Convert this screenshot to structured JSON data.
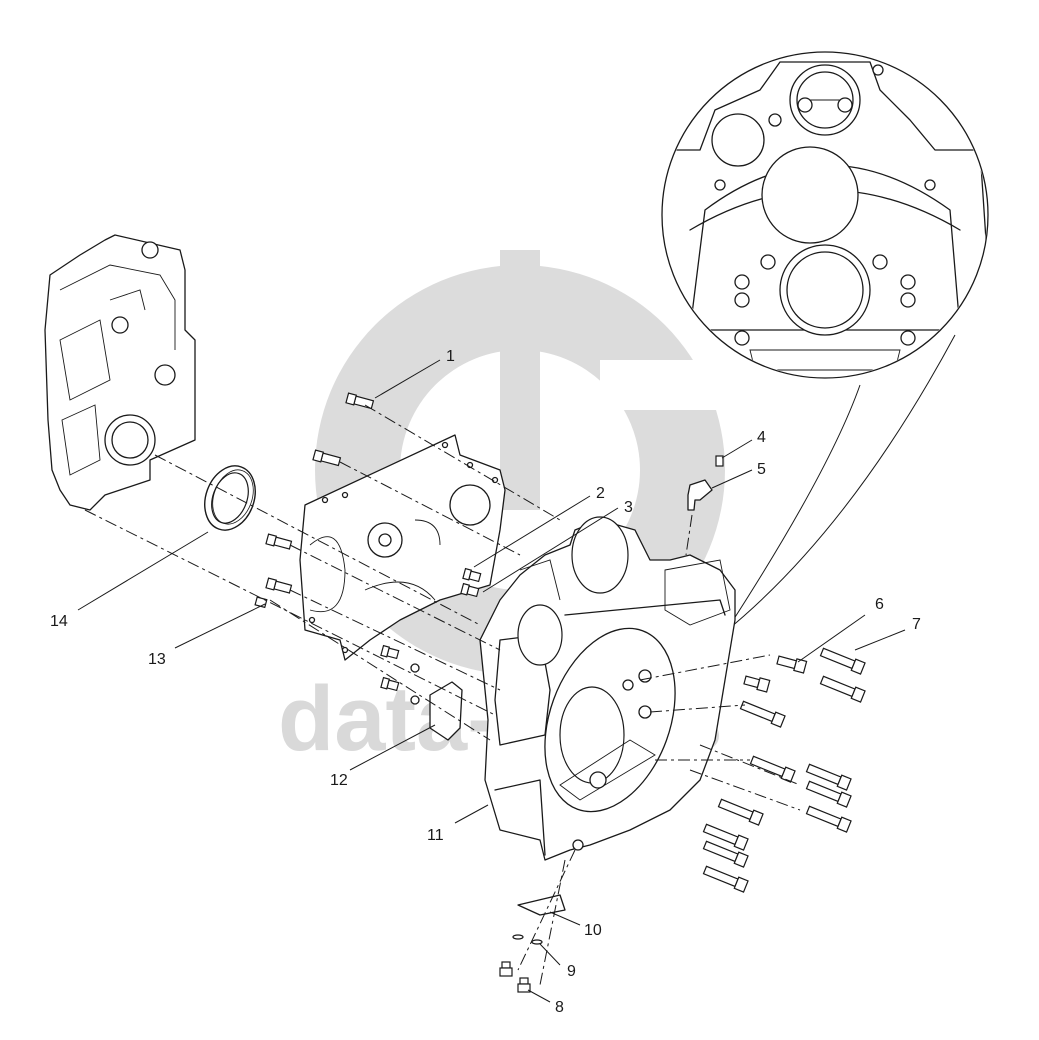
{
  "watermark": {
    "text": "data-parts",
    "color": "#d6d6d6"
  },
  "callouts": [
    {
      "id": "1",
      "label": "1"
    },
    {
      "id": "2",
      "label": "2"
    },
    {
      "id": "3",
      "label": "3"
    },
    {
      "id": "4",
      "label": "4"
    },
    {
      "id": "5",
      "label": "5"
    },
    {
      "id": "6",
      "label": "6"
    },
    {
      "id": "7",
      "label": "7"
    },
    {
      "id": "8",
      "label": "8"
    },
    {
      "id": "9",
      "label": "9"
    },
    {
      "id": "10",
      "label": "10"
    },
    {
      "id": "11",
      "label": "11"
    },
    {
      "id": "12",
      "label": "12"
    },
    {
      "id": "13",
      "label": "13"
    },
    {
      "id": "14",
      "label": "14"
    }
  ],
  "colors": {
    "line": "#1a1a1a",
    "background": "#ffffff",
    "watermark": "#d6d6d6"
  }
}
